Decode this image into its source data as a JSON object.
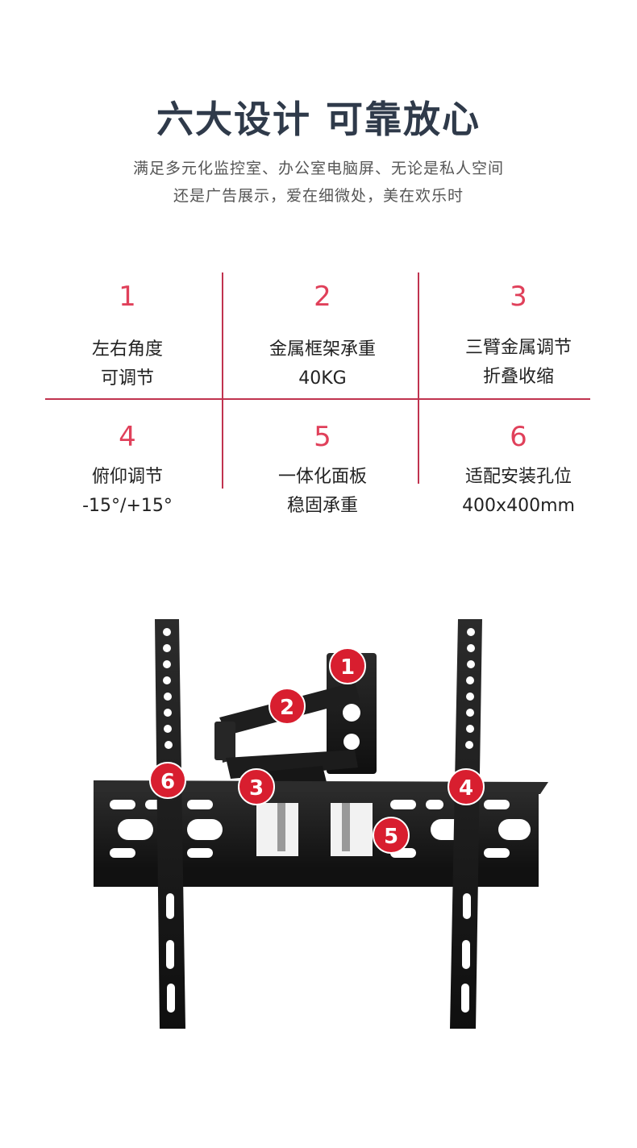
{
  "header": {
    "title": "六大设计 可靠放心",
    "subtitle_line1": "满足多元化监控室、办公室电脑屏、无论是私人空间",
    "subtitle_line2": "还是广告展示，爱在细微处，美在欢乐时"
  },
  "features": [
    {
      "num": "1",
      "line1": "左右角度",
      "line2": "可调节"
    },
    {
      "num": "2",
      "line1": "金属框架承重",
      "line2": "40KG"
    },
    {
      "num": "3",
      "line1": "三臂金属调节",
      "line2": "折叠收缩"
    },
    {
      "num": "4",
      "line1": "俯仰调节",
      "line2": "-15°/+15°"
    },
    {
      "num": "5",
      "line1": "一体化面板",
      "line2": "稳固承重"
    },
    {
      "num": "6",
      "line1": "适配安装孔位",
      "line2": "400x400mm"
    }
  ],
  "badges": [
    "1",
    "2",
    "3",
    "4",
    "5",
    "6"
  ],
  "colors": {
    "accent": "#e0405a",
    "badge": "#d81e2f",
    "title": "#2f3a4a",
    "metal": "#1a1a1a"
  }
}
